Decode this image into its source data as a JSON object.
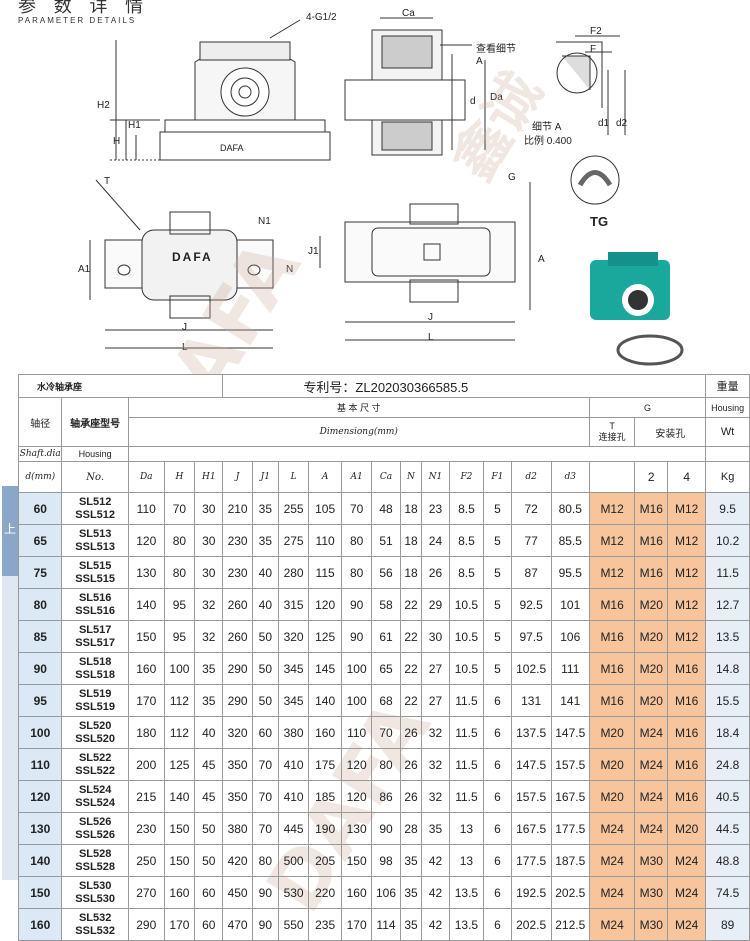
{
  "header": {
    "title_cn": "参 数 详 情",
    "title_en": "PARAMETER DETAILS"
  },
  "drawing": {
    "labels": {
      "thread": "4-G1/2",
      "H2": "H2",
      "H1": "H1",
      "H": "H",
      "brand_cast": "DAFA",
      "Ca": "Ca",
      "detail_view": "查看细节 A",
      "d": "d",
      "Da": "Da",
      "F2": "F2",
      "F": "F",
      "d1": "d1",
      "d2": "d2",
      "detail_label": "细节 A",
      "ratio": "比例 0.400",
      "T": "T",
      "N1": "N1",
      "N": "N",
      "A1": "A1",
      "J": "J",
      "L": "L",
      "J1": "J1",
      "A": "A",
      "G": "G",
      "TG": "TG",
      "brand_top": "DAFA"
    },
    "watermarks": [
      "DAFA",
      "鑫诚",
      "DAFA"
    ]
  },
  "table": {
    "title": "水冷轴承座",
    "patent": "专利号：ZL202030366585.5",
    "weight_cn": "重量",
    "housing_en": "Housing",
    "col_shaft_cn": "轴径",
    "col_housing_cn": "轴承座型号",
    "basic_dims": "基 本 尺 寸",
    "G": "G",
    "dimensions_en": "Dimensiong(mm)",
    "T_label": "T",
    "T_cn": "连接孔",
    "install_cn": "安装孔",
    "wt_en": "Wt",
    "shaft_en": "Shaft.dia",
    "housing_label": "Housing",
    "d_mm": "d(mm)",
    "no": "No.",
    "cols": [
      "Da",
      "H",
      "H1",
      "J",
      "J1",
      "L",
      "A",
      "A1",
      "Ca",
      "N",
      "N1",
      "F2",
      "F1",
      "d2",
      "d3"
    ],
    "holes": [
      "2",
      "4"
    ],
    "kg": "Kg",
    "side_mark": "上",
    "rows": [
      {
        "d": "60",
        "m1": "SL512",
        "m2": "SSL512",
        "v": [
          "110",
          "70",
          "30",
          "210",
          "35",
          "255",
          "105",
          "70",
          "48",
          "18",
          "23",
          "8.5",
          "5",
          "72",
          "80.5"
        ],
        "t": "M12",
        "h2": "M16",
        "h4": "M12",
        "w": "9.5"
      },
      {
        "d": "65",
        "m1": "SL513",
        "m2": "SSL513",
        "v": [
          "120",
          "80",
          "30",
          "230",
          "35",
          "275",
          "110",
          "80",
          "51",
          "18",
          "24",
          "8.5",
          "5",
          "77",
          "85.5"
        ],
        "t": "M12",
        "h2": "M16",
        "h4": "M12",
        "w": "10.2"
      },
      {
        "d": "75",
        "m1": "SL515",
        "m2": "SSL515",
        "v": [
          "130",
          "80",
          "30",
          "230",
          "40",
          "280",
          "115",
          "80",
          "56",
          "18",
          "26",
          "8.5",
          "5",
          "87",
          "95.5"
        ],
        "t": "M12",
        "h2": "M16",
        "h4": "M12",
        "w": "11.5"
      },
      {
        "d": "80",
        "m1": "SL516",
        "m2": "SSL516",
        "v": [
          "140",
          "95",
          "32",
          "260",
          "40",
          "315",
          "120",
          "90",
          "58",
          "22",
          "29",
          "10.5",
          "5",
          "92.5",
          "101"
        ],
        "t": "M16",
        "h2": "M20",
        "h4": "M12",
        "w": "12.7"
      },
      {
        "d": "85",
        "m1": "SL517",
        "m2": "SSL517",
        "v": [
          "150",
          "95",
          "32",
          "260",
          "50",
          "320",
          "125",
          "90",
          "61",
          "22",
          "30",
          "10.5",
          "5",
          "97.5",
          "106"
        ],
        "t": "M16",
        "h2": "M20",
        "h4": "M12",
        "w": "13.5"
      },
      {
        "d": "90",
        "m1": "SL518",
        "m2": "SSL518",
        "v": [
          "160",
          "100",
          "35",
          "290",
          "50",
          "345",
          "145",
          "100",
          "65",
          "22",
          "27",
          "10.5",
          "5",
          "102.5",
          "111"
        ],
        "t": "M16",
        "h2": "M20",
        "h4": "M16",
        "w": "14.8"
      },
      {
        "d": "95",
        "m1": "SL519",
        "m2": "SSL519",
        "v": [
          "170",
          "112",
          "35",
          "290",
          "50",
          "345",
          "140",
          "100",
          "68",
          "22",
          "27",
          "11.5",
          "6",
          "131",
          "141"
        ],
        "t": "M16",
        "h2": "M20",
        "h4": "M16",
        "w": "15.5"
      },
      {
        "d": "100",
        "m1": "SL520",
        "m2": "SSL520",
        "v": [
          "180",
          "112",
          "40",
          "320",
          "60",
          "380",
          "160",
          "110",
          "70",
          "26",
          "32",
          "11.5",
          "6",
          "137.5",
          "147.5"
        ],
        "t": "M20",
        "h2": "M24",
        "h4": "M16",
        "w": "18.4"
      },
      {
        "d": "110",
        "m1": "SL522",
        "m2": "SSL522",
        "v": [
          "200",
          "125",
          "45",
          "350",
          "70",
          "410",
          "175",
          "120",
          "80",
          "26",
          "32",
          "11.5",
          "6",
          "147.5",
          "157.5"
        ],
        "t": "M20",
        "h2": "M24",
        "h4": "M16",
        "w": "24.8"
      },
      {
        "d": "120",
        "m1": "SL524",
        "m2": "SSL524",
        "v": [
          "215",
          "140",
          "45",
          "350",
          "70",
          "410",
          "185",
          "120",
          "86",
          "26",
          "32",
          "11.5",
          "6",
          "157.5",
          "167.5"
        ],
        "t": "M20",
        "h2": "M24",
        "h4": "M16",
        "w": "40.5"
      },
      {
        "d": "130",
        "m1": "SL526",
        "m2": "SSL526",
        "v": [
          "230",
          "150",
          "50",
          "380",
          "70",
          "445",
          "190",
          "130",
          "90",
          "28",
          "35",
          "13",
          "6",
          "167.5",
          "177.5"
        ],
        "t": "M24",
        "h2": "M24",
        "h4": "M20",
        "w": "44.5"
      },
      {
        "d": "140",
        "m1": "SL528",
        "m2": "SSL528",
        "v": [
          "250",
          "150",
          "50",
          "420",
          "80",
          "500",
          "205",
          "150",
          "98",
          "35",
          "42",
          "13",
          "6",
          "177.5",
          "187.5"
        ],
        "t": "M24",
        "h2": "M30",
        "h4": "M24",
        "w": "48.8"
      },
      {
        "d": "150",
        "m1": "SL530",
        "m2": "SSL530",
        "v": [
          "270",
          "160",
          "60",
          "450",
          "90",
          "530",
          "220",
          "160",
          "106",
          "35",
          "42",
          "13.5",
          "6",
          "192.5",
          "202.5"
        ],
        "t": "M24",
        "h2": "M30",
        "h4": "M24",
        "w": "74.5"
      },
      {
        "d": "160",
        "m1": "SL532",
        "m2": "SSL532",
        "v": [
          "290",
          "170",
          "60",
          "470",
          "90",
          "550",
          "235",
          "170",
          "114",
          "35",
          "42",
          "13.5",
          "6",
          "202.5",
          "212.5"
        ],
        "t": "M24",
        "h2": "M30",
        "h4": "M24",
        "w": "89"
      }
    ]
  }
}
